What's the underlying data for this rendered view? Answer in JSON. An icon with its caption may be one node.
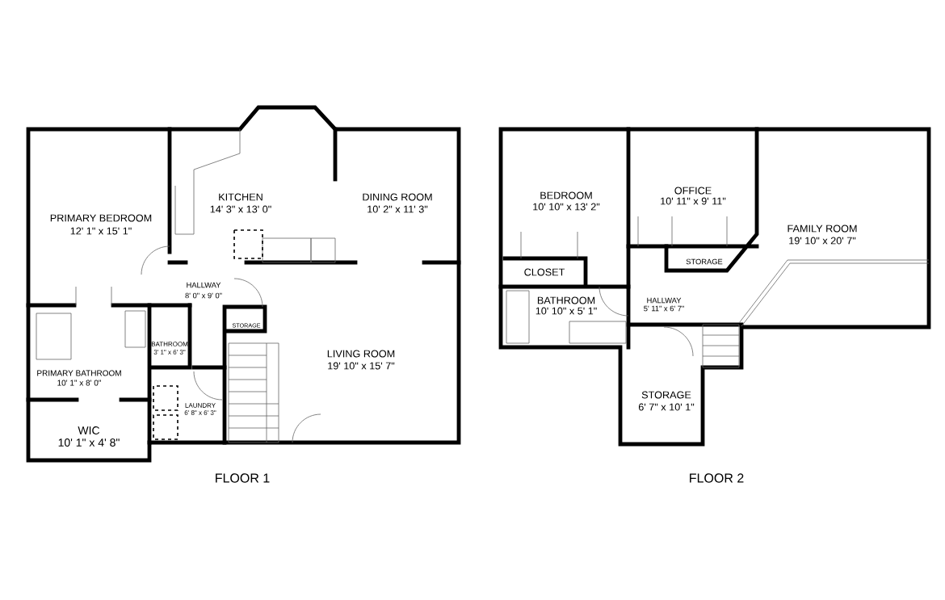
{
  "diagram": {
    "labels": [
      "PRIMARY BEDROOM",
      "12' 1\" x 15' 1\"",
      "KITCHEN",
      "14' 3\" x 13' 0\"",
      "DINING ROOM",
      "10' 2\" x 11' 3\"",
      "HALLWAY",
      "8' 0\" x 9' 0\"",
      "STORAGE",
      "BATHROOM",
      "3' 1\" x 6' 3\"",
      "PRIMARY BATHROOM",
      "10' 1\" x 8' 0\"",
      "LIVING ROOM",
      "19' 10\" x 15' 7\"",
      "LAUNDRY",
      "6' 8\" x 6' 3\"",
      "WIC",
      "10' 1\" x 4' 8\"",
      "FLOOR 1",
      "BEDROOM",
      "10' 10\" x 13' 2\"",
      "OFFICE",
      "10' 11\" x 9' 11\"",
      "FAMILY ROOM",
      "19' 10\" x 20' 7\"",
      "CLOSET",
      "STORAGE",
      "BATHROOM",
      "10' 10\" x 5' 1\"",
      "HALLWAY",
      "5' 11\" x 6' 7\"",
      "STORAGE",
      "6' 7\" x 10' 1\"",
      "FLOOR 2"
    ]
  }
}
